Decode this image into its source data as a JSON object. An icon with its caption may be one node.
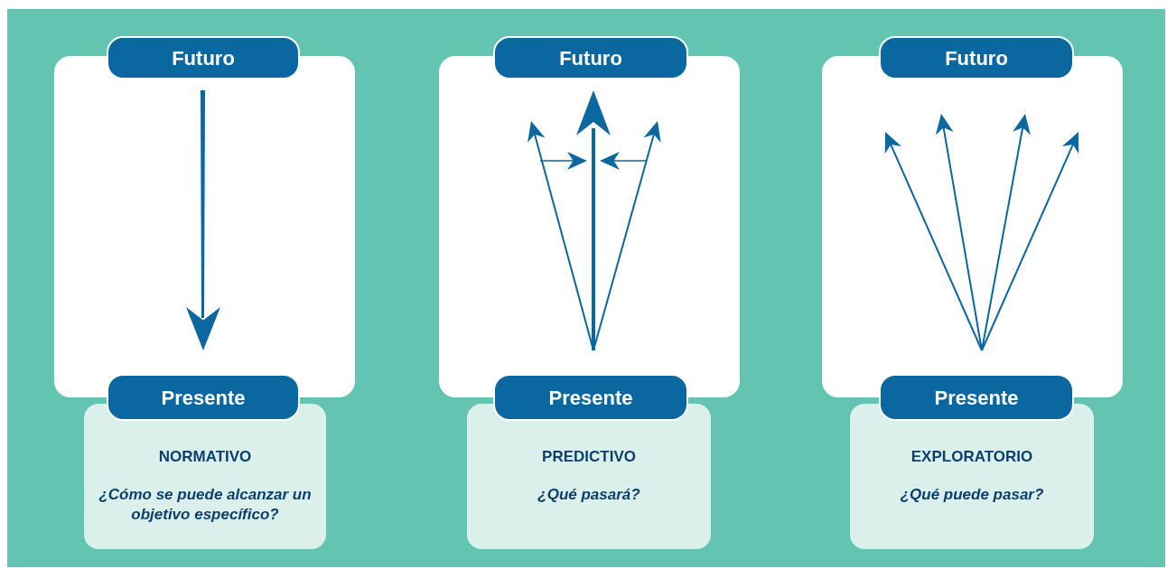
{
  "diagram": {
    "nodes": [
      {
        "text": [],
        "shape": "box"
      },
      {
        "text": [
          "Futuro"
        ]
      },
      {
        "text": [
          "Presente"
        ]
      },
      {
        "text": [
          "NORMATIVO",
          "¿Cómo se puede alcanzar un objetivo específico?"
        ]
      },
      {
        "text": [],
        "shape": "box"
      },
      {
        "text": [
          "Futuro"
        ]
      },
      {
        "text": [
          "Presente"
        ]
      },
      {
        "text": [
          "PREDICTIVO",
          "¿Qué pasará?"
        ]
      },
      {
        "text": [],
        "shape": "box"
      },
      {
        "text": [
          "Futuro"
        ]
      },
      {
        "text": [
          "Presente"
        ]
      },
      {
        "text": [
          "EXPLORATORIO",
          "¿Qué puede pasar?"
        ]
      }
    ]
  }
}
